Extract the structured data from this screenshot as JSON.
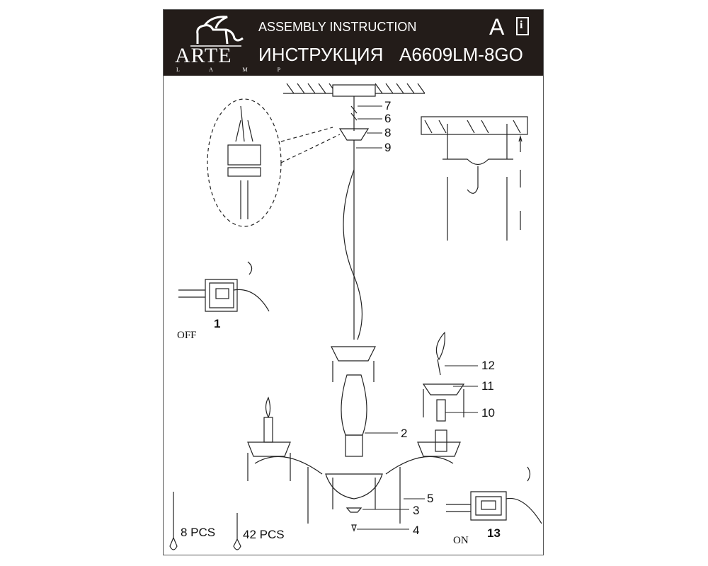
{
  "header": {
    "brand": "ARTE",
    "brand_sub": "L A M P",
    "title_en": "ASSEMBLY INSTRUCTION",
    "title_ru": "ИНСТРУКЦИЯ",
    "model": "A6609LM-8GO",
    "letter": "A",
    "info_glyph": "i"
  },
  "callouts": {
    "c1": "1",
    "c2": "2",
    "c3": "3",
    "c4": "4",
    "c5": "5",
    "c6": "6",
    "c7": "7",
    "c8": "8",
    "c9": "9",
    "c10": "10",
    "c11": "11",
    "c12": "12",
    "c13": "13"
  },
  "switch": {
    "off": "OFF",
    "on": "ON"
  },
  "parts": {
    "crystal_strand_small": "8 PCS",
    "crystal_strand_large": "42 PCS"
  },
  "colors": {
    "header_bg": "#231c19",
    "ink": "#111111"
  }
}
